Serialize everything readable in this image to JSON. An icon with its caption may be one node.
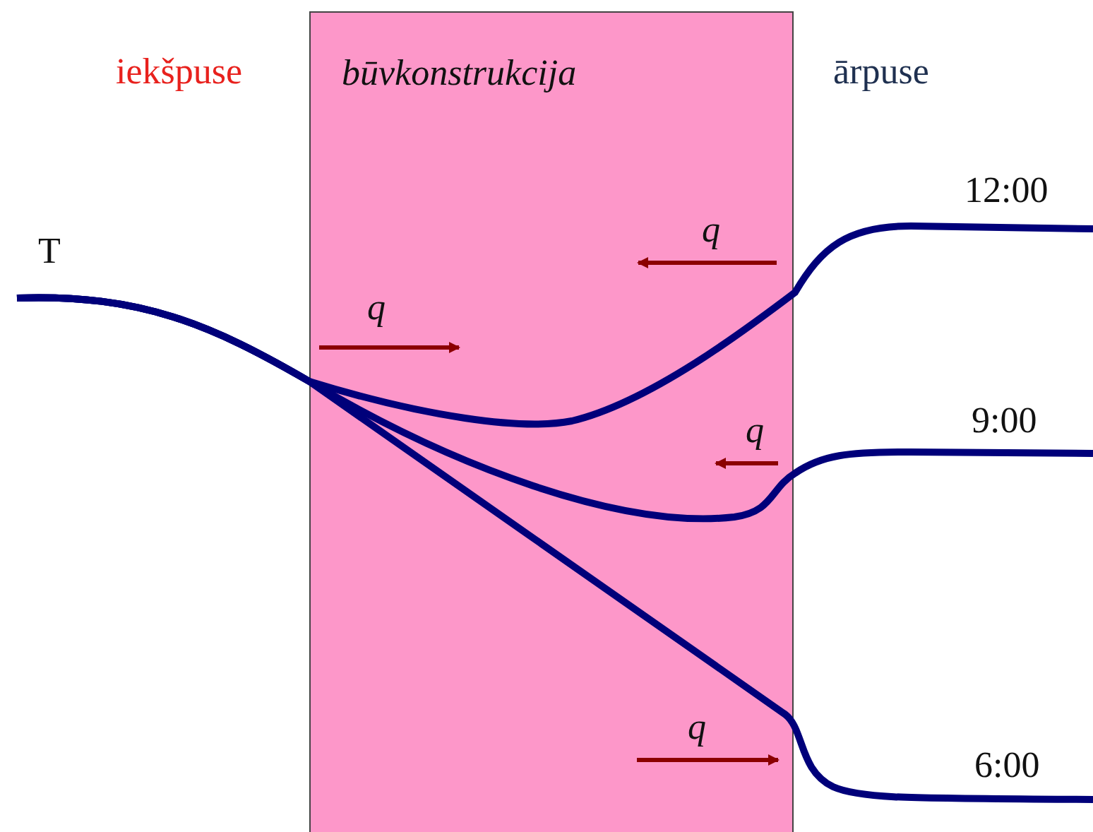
{
  "diagram": {
    "nodes": [
      {
        "text": [
          "būvkonstrukcija"
        ]
      }
    ],
    "labels": [
      "iekšpuse",
      "ārpuse",
      "12:00",
      "T",
      "q",
      "q",
      "9:00",
      "q",
      "q",
      "6:00"
    ]
  }
}
